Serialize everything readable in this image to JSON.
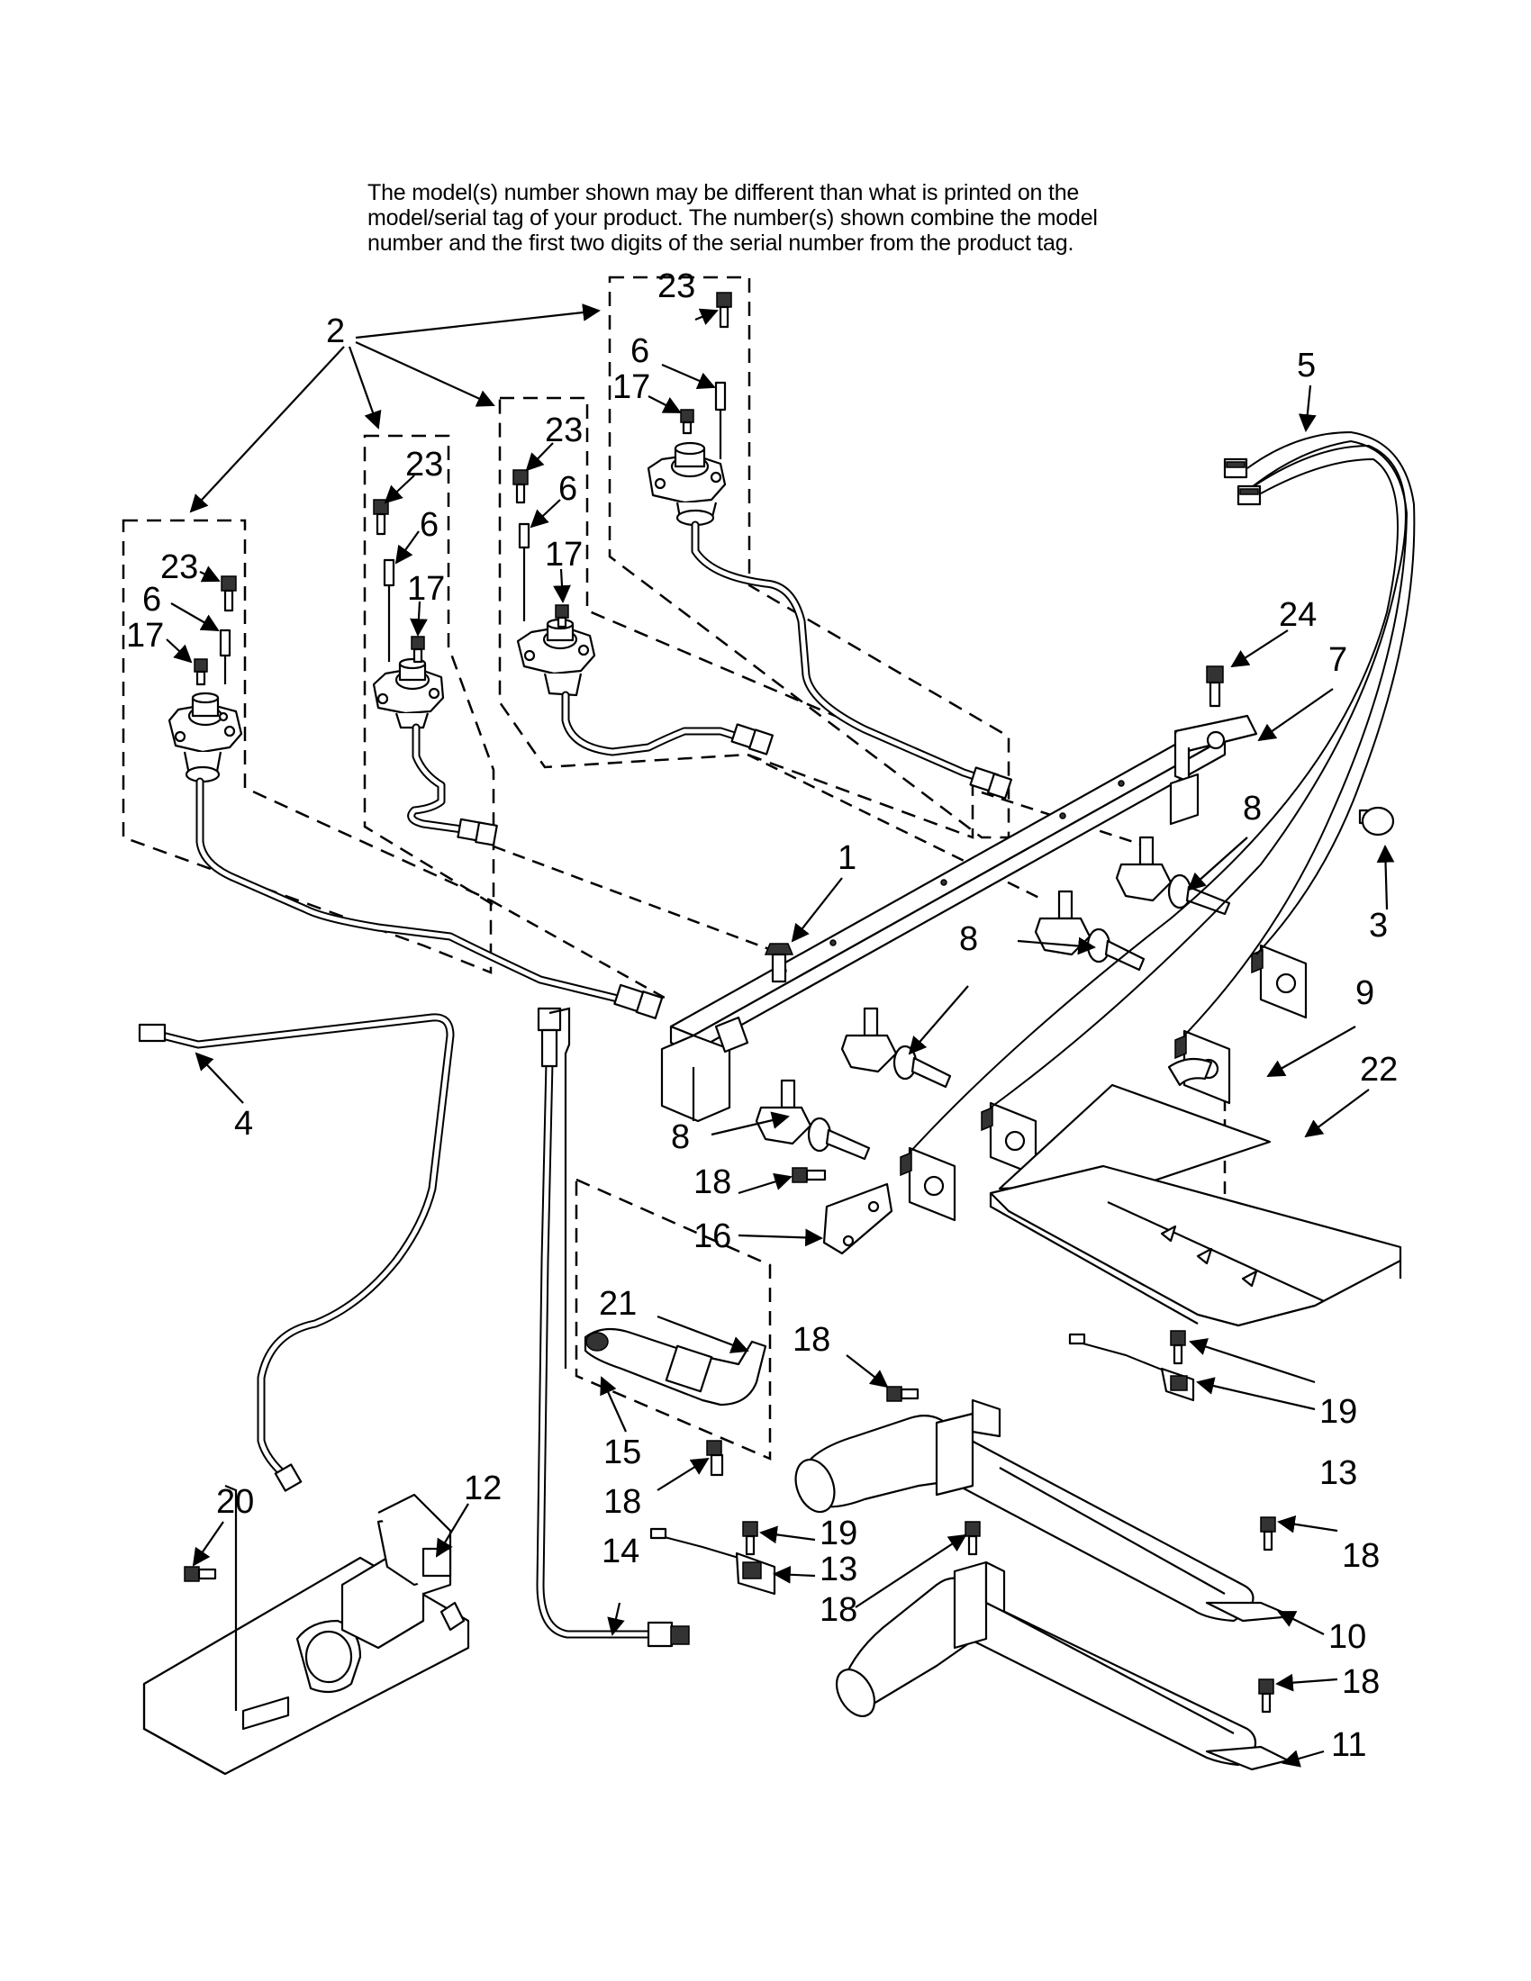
{
  "note": {
    "line1": "The model(s) number shown may be different than what is printed on the",
    "line2": "model/serial tag of your product. The number(s) shown combine the model",
    "line3": "number and the first two digits of the serial number from the product tag."
  },
  "callouts": {
    "c1": "1",
    "c2": "2",
    "c3": "3",
    "c4": "4",
    "c5": "5",
    "c6a": "6",
    "c6b": "6",
    "c6c": "6",
    "c6d": "6",
    "c7": "7",
    "c8a": "8",
    "c8b": "8",
    "c8c": "8",
    "c9": "9",
    "c10": "10",
    "c11": "11",
    "c12": "12",
    "c13a": "13",
    "c13b": "13",
    "c14": "14",
    "c15": "15",
    "c16": "16",
    "c17a": "17",
    "c17b": "17",
    "c17c": "17",
    "c17d": "17",
    "c18a": "18",
    "c18b": "18",
    "c18c": "18",
    "c18d": "18",
    "c18e": "18",
    "c18f": "18",
    "c19a": "19",
    "c19b": "19",
    "c20": "20",
    "c21": "21",
    "c22": "22",
    "c23a": "23",
    "c23b": "23",
    "c23c": "23",
    "c23d": "23",
    "c24": "24"
  }
}
